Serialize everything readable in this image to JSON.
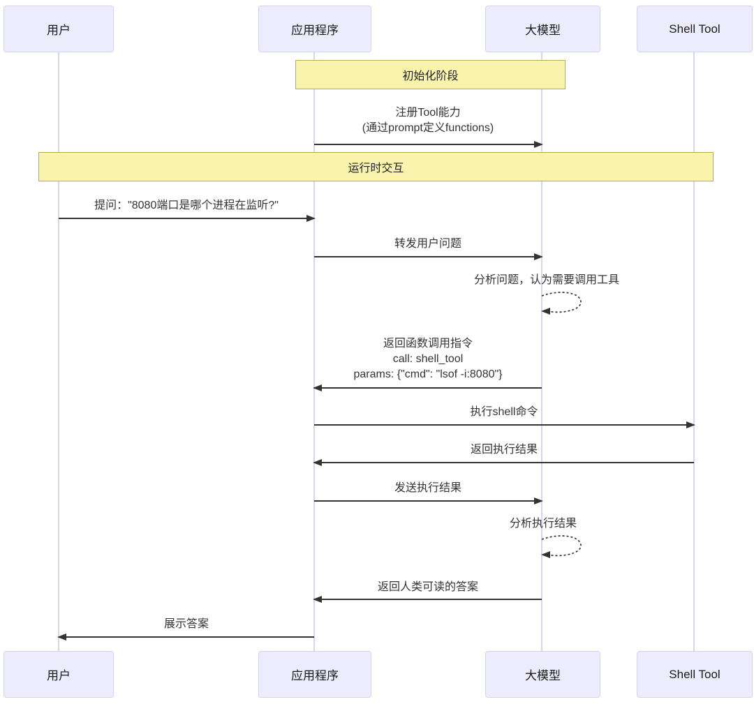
{
  "diagram": {
    "type": "sequence-diagram",
    "participants": [
      {
        "id": "user",
        "label": "用户"
      },
      {
        "id": "app",
        "label": "应用程序"
      },
      {
        "id": "llm",
        "label": "大模型"
      },
      {
        "id": "shell",
        "label": "Shell Tool"
      }
    ],
    "phases": [
      {
        "label": "初始化阶段"
      },
      {
        "label": "运行时交互"
      }
    ],
    "messages": [
      {
        "from": "应用程序",
        "to": "大模型",
        "style": "solid",
        "lines": [
          "注册Tool能力",
          "(通过prompt定义functions)"
        ]
      },
      {
        "from": "用户",
        "to": "应用程序",
        "style": "solid",
        "lines": [
          "提问：\"8080端口是哪个进程在监听?\""
        ]
      },
      {
        "from": "应用程序",
        "to": "大模型",
        "style": "solid",
        "lines": [
          "转发用户问题"
        ]
      },
      {
        "from": "大模型",
        "to": "大模型",
        "style": "dotted-self",
        "lines": [
          "分析问题，认为需要调用工具"
        ]
      },
      {
        "from": "大模型",
        "to": "应用程序",
        "style": "solid",
        "lines": [
          "返回函数调用指令",
          "call: shell_tool",
          "params: {\"cmd\": \"lsof -i:8080\"}"
        ]
      },
      {
        "from": "应用程序",
        "to": "Shell Tool",
        "style": "solid",
        "lines": [
          "执行shell命令"
        ]
      },
      {
        "from": "Shell Tool",
        "to": "应用程序",
        "style": "solid",
        "lines": [
          "返回执行结果"
        ]
      },
      {
        "from": "应用程序",
        "to": "大模型",
        "style": "solid",
        "lines": [
          "发送执行结果"
        ]
      },
      {
        "from": "大模型",
        "to": "大模型",
        "style": "dotted-self",
        "lines": [
          "分析执行结果"
        ]
      },
      {
        "from": "大模型",
        "to": "应用程序",
        "style": "solid",
        "lines": [
          "返回人类可读的答案"
        ]
      },
      {
        "from": "应用程序",
        "to": "用户",
        "style": "solid",
        "lines": [
          "展示答案"
        ]
      }
    ],
    "colors": {
      "actor_fill": "#ECECFC",
      "actor_border": "#D2D2F0",
      "phase_fill": "#FAF3AD",
      "phase_border": "#B5AD4A",
      "lifeline": "#D7D4EE",
      "arrow": "#333333",
      "text": "#333333",
      "background": "#FFFFFF"
    }
  }
}
